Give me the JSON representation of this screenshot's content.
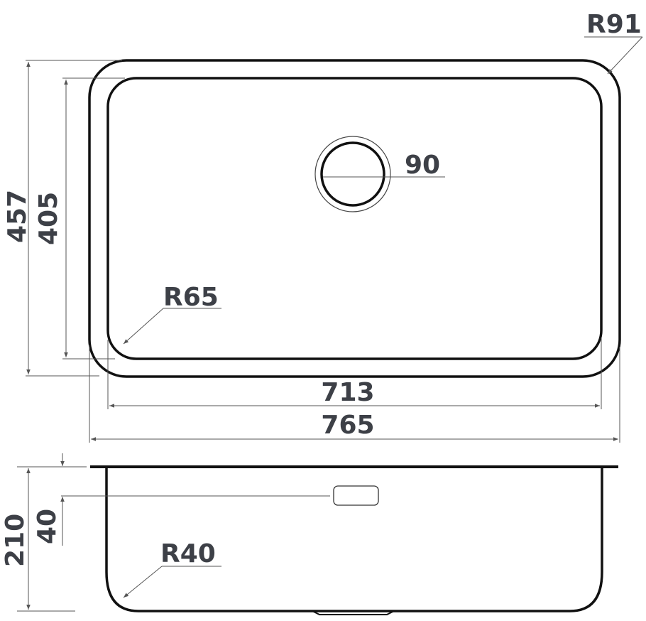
{
  "top_view": {
    "outer_width": "765",
    "inner_width": "713",
    "outer_depth": "457",
    "inner_depth": "405",
    "outer_radius": "R91",
    "inner_radius": "R65",
    "drain_diameter": "90"
  },
  "side_view": {
    "height": "210",
    "overflow_offset": "40",
    "bottom_radius": "R40"
  },
  "colors": {
    "line": "#111111",
    "dimension": "#555555",
    "text": "#3d4047"
  }
}
